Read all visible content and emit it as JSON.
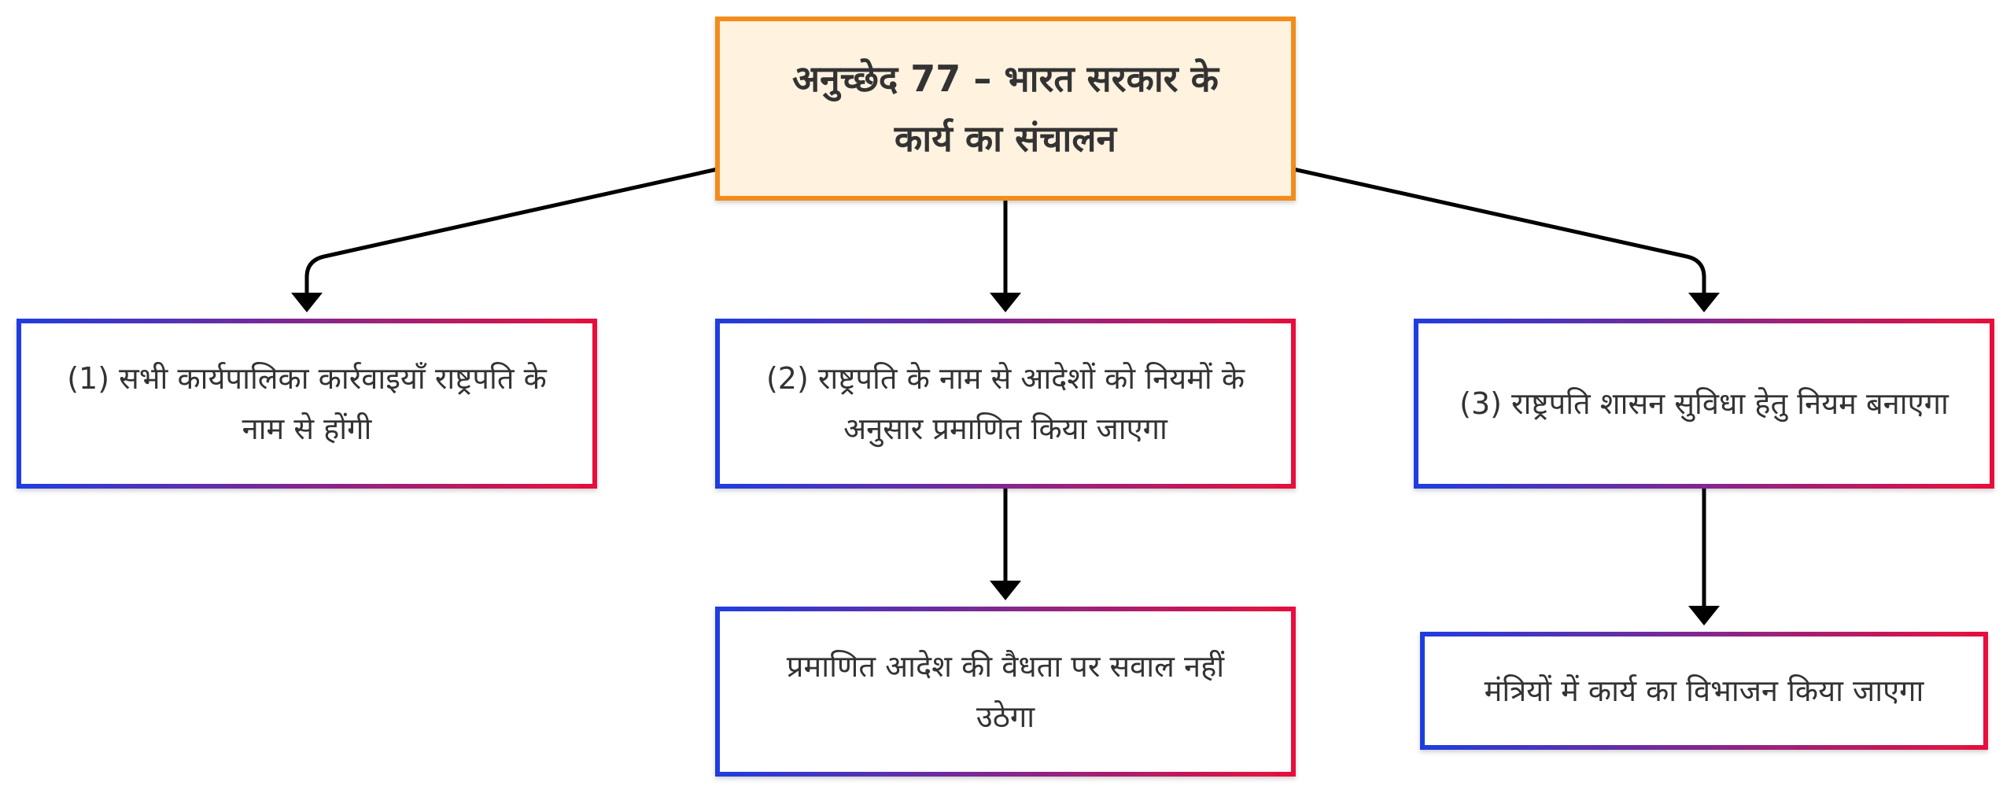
{
  "diagram": {
    "root": {
      "label": "अनुच्छेद 77 – भारत सरकार के कार्य का संचालन"
    },
    "nodes": [
      {
        "id": "n1",
        "label": "(1) सभी कार्यपालिका कार्रवाइयाँ राष्ट्रपति के नाम से होंगी"
      },
      {
        "id": "n2",
        "label": "(2) राष्ट्रपति के नाम से आदेशों को नियमों के अनुसार प्रमाणित किया जाएगा"
      },
      {
        "id": "n3",
        "label": "(3) राष्ट्रपति शासन सुविधा हेतु नियम बनाएगा"
      },
      {
        "id": "n2a",
        "label": "प्रमाणित आदेश की वैधता पर सवाल नहीं उठेगा"
      },
      {
        "id": "n3a",
        "label": "मंत्रियों में कार्य का विभाजन किया जाएगा"
      }
    ],
    "edges": [
      {
        "from": "root",
        "to": "n1"
      },
      {
        "from": "root",
        "to": "n2"
      },
      {
        "from": "root",
        "to": "n3"
      },
      {
        "from": "n2",
        "to": "n2a"
      },
      {
        "from": "n3",
        "to": "n3a"
      }
    ],
    "colors": {
      "root_fill": "#fff2df",
      "root_border": "#f28c1e",
      "gradient_start": "#1f3de0",
      "gradient_end": "#e8103c",
      "edge": "#000000",
      "text": "#333333"
    }
  }
}
